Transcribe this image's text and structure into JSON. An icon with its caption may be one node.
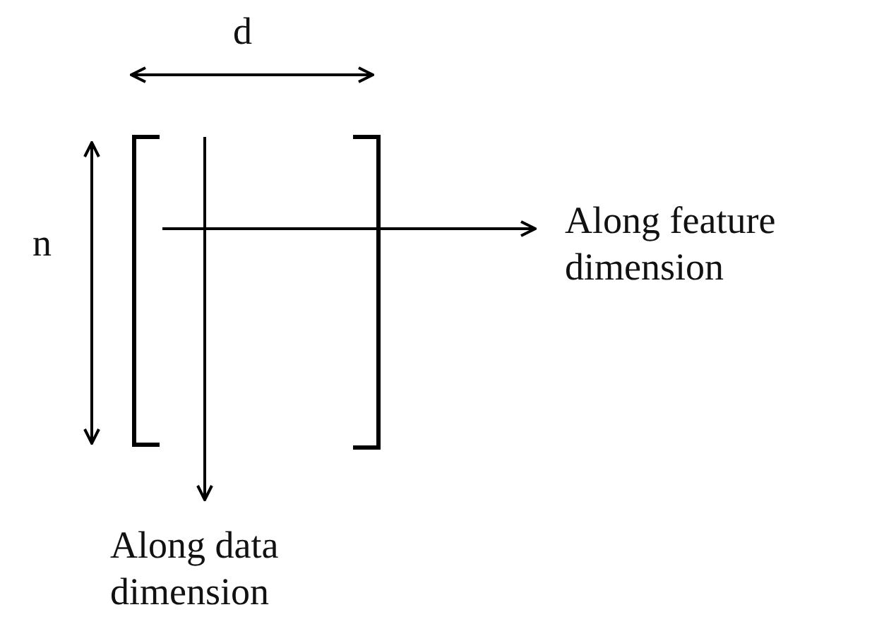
{
  "diagram": {
    "labels": [
      "d",
      "n",
      "Along feature dimension",
      "Along data dimension"
    ]
  }
}
